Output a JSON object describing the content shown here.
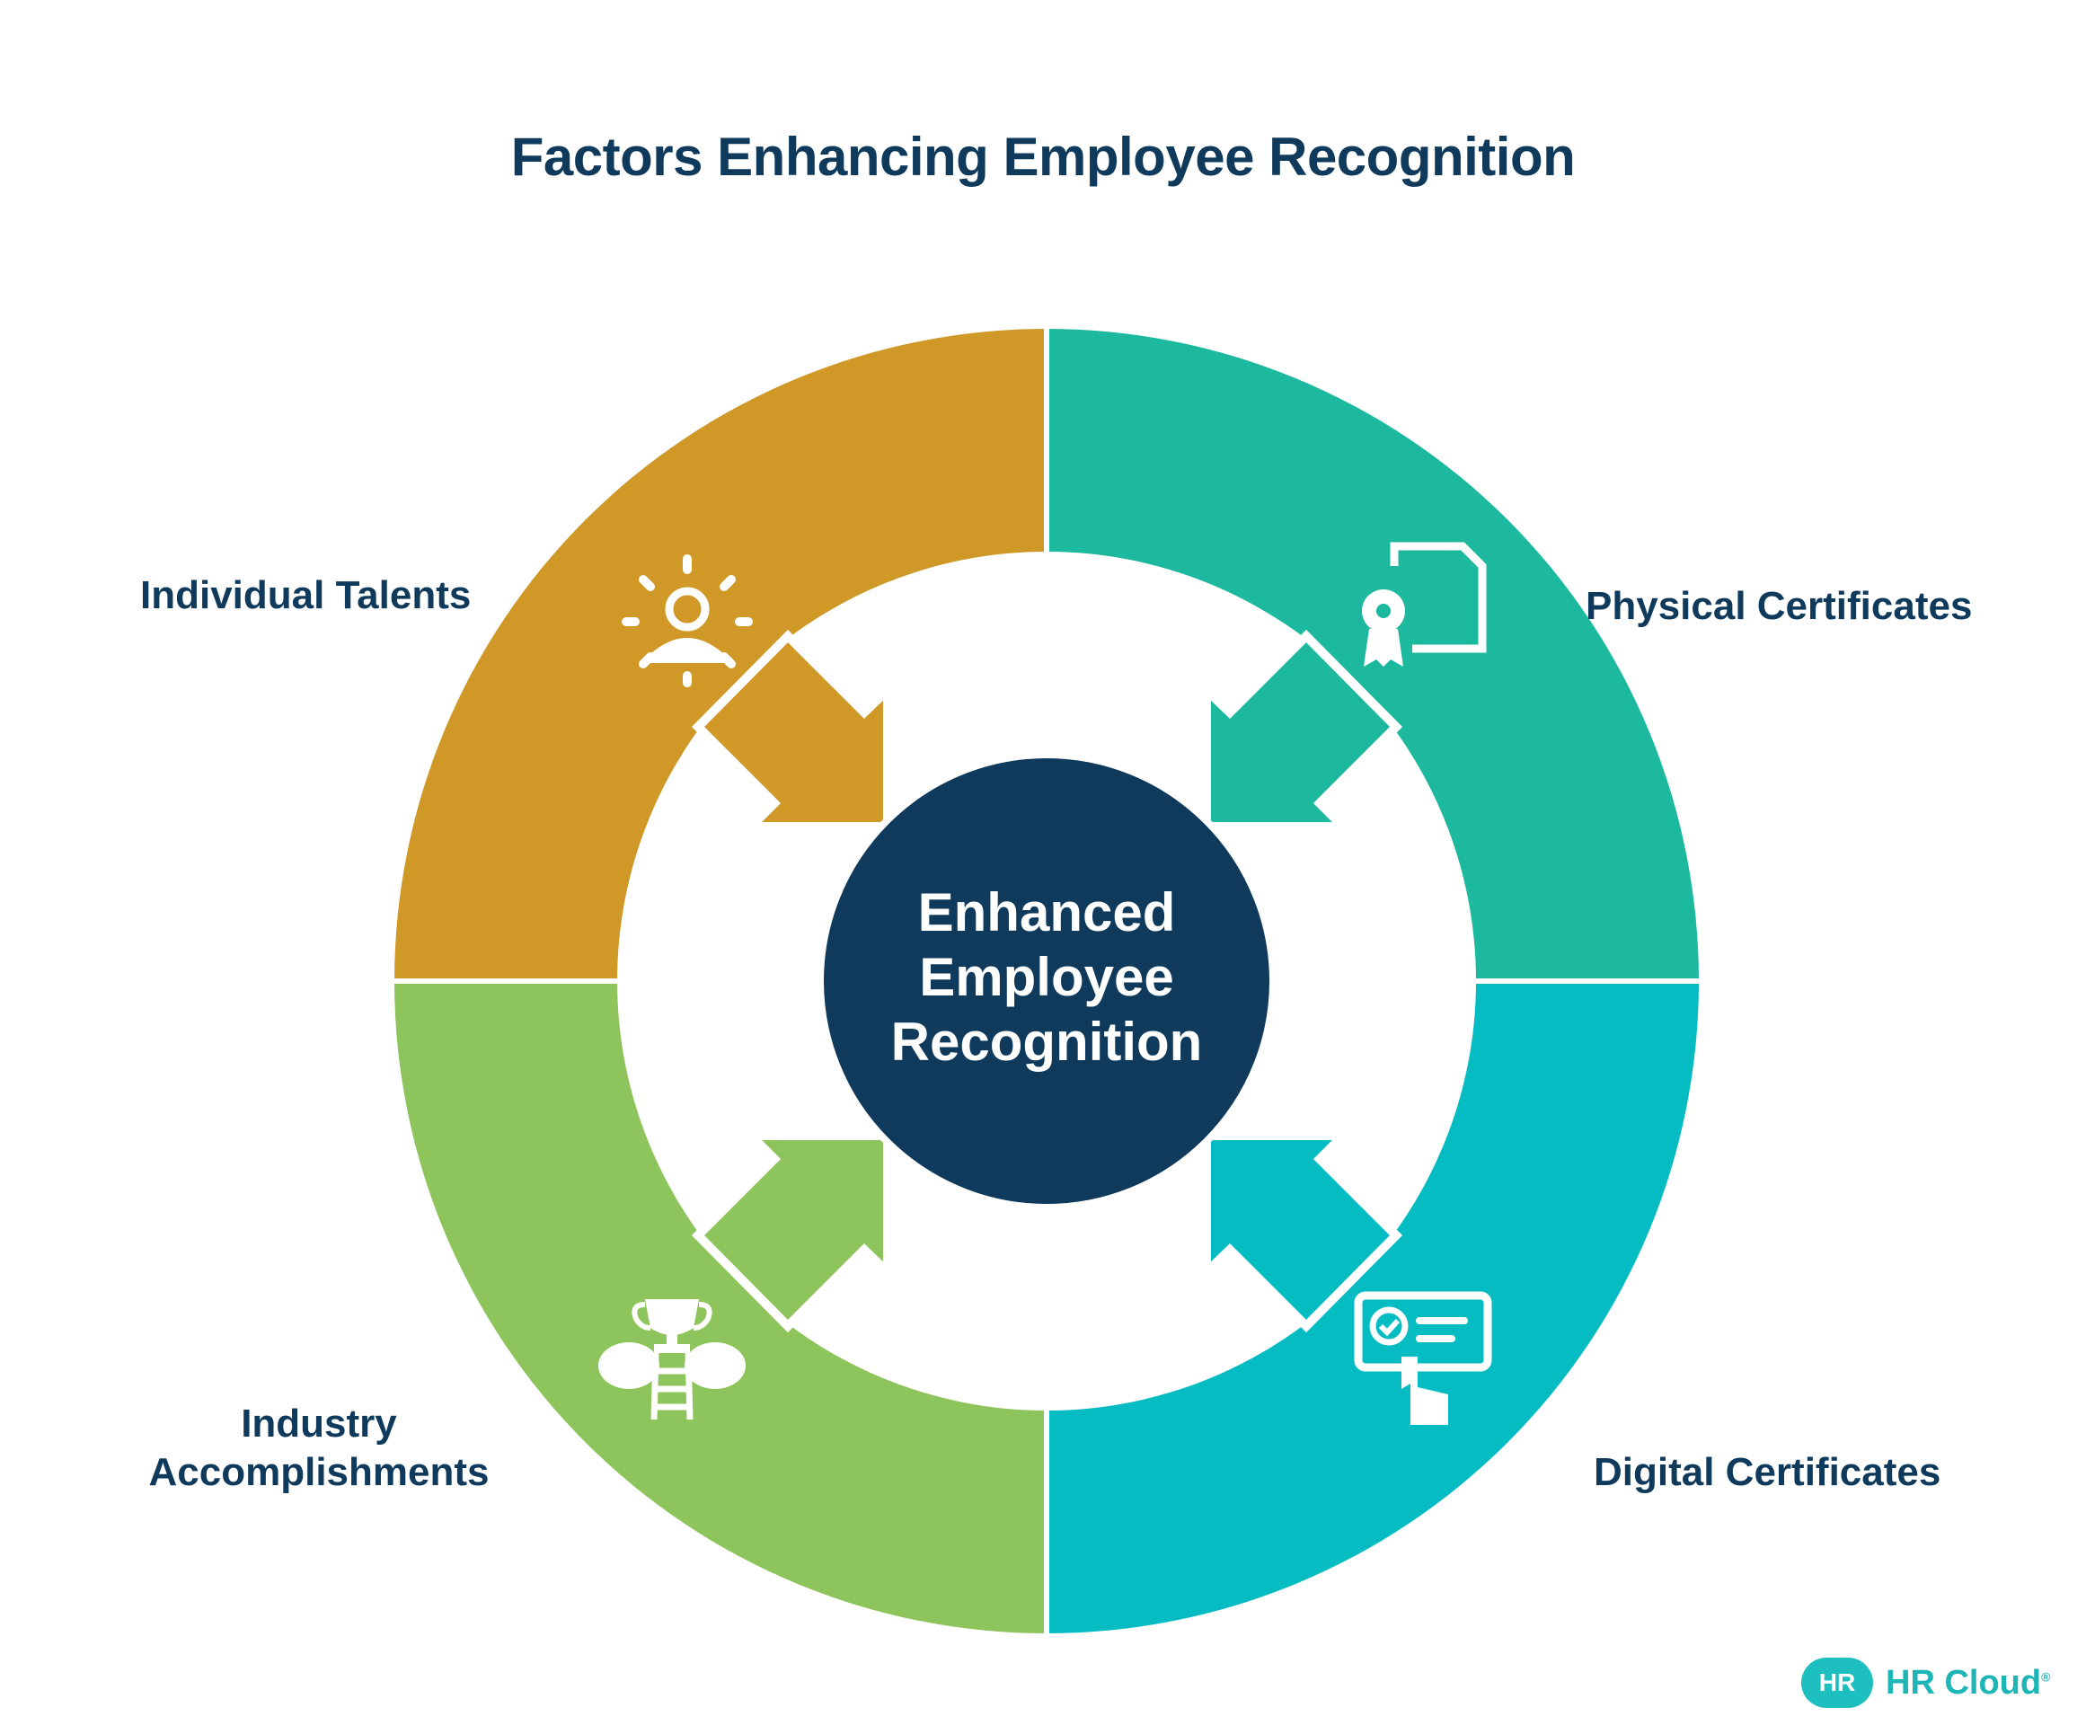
{
  "title": "Factors Enhancing Employee Recognition",
  "center": {
    "lines": [
      "Enhanced",
      "Employee",
      "Recognition"
    ],
    "color": "#0f3a5c"
  },
  "segments": [
    {
      "label": "Individual Talents",
      "color": "#cf9827",
      "icon": "person-idea-icon"
    },
    {
      "label": "Physical Certificates",
      "color": "#1cb99e",
      "icon": "certificate-icon"
    },
    {
      "label": "Industry Accomplishments",
      "label_lines": [
        "Industry",
        "Accomplishments"
      ],
      "color": "#8dc45b",
      "icon": "trophy-ladder-icon"
    },
    {
      "label": "Digital Certificates",
      "color": "#06bcc3",
      "icon": "digital-certificate-icon"
    }
  ],
  "logo": {
    "badge": "HR",
    "text": "HR Cloud",
    "mark": "®",
    "color": "#1dbfbf"
  }
}
